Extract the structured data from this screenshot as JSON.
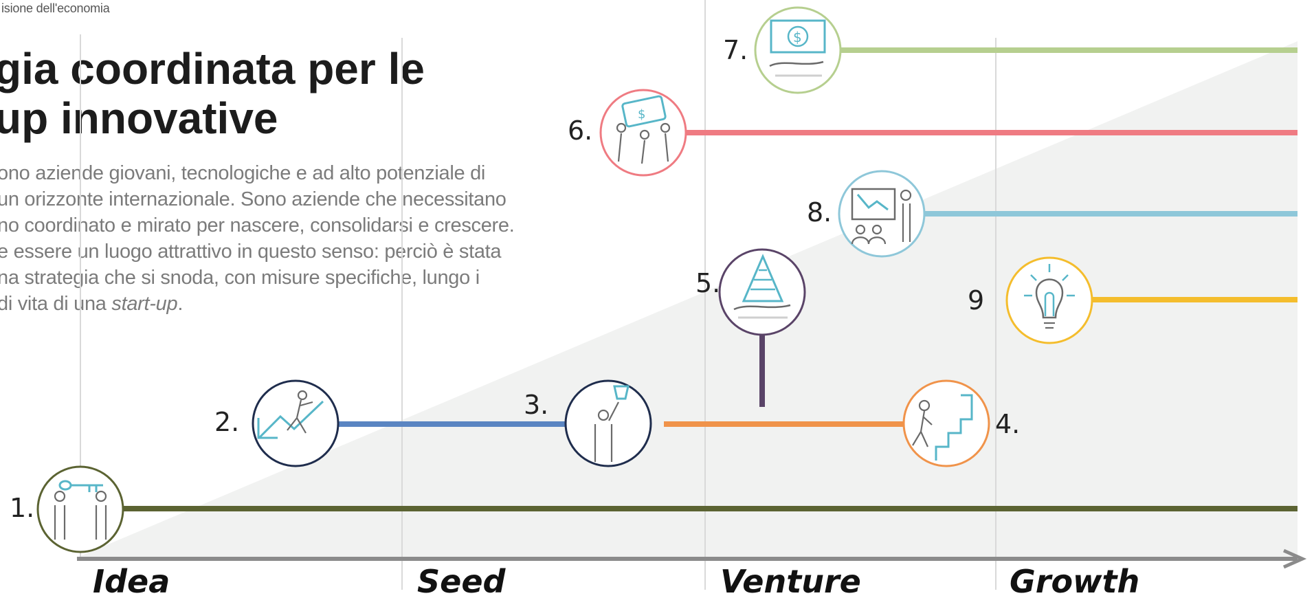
{
  "header": {
    "department": "isione dell'economia"
  },
  "title": {
    "line1": "gia coordinata per le",
    "line2": "up innovative"
  },
  "intro": {
    "lines": [
      "ono aziende giovani, tecnologiche e ad alto potenziale di",
      " un orizzonte internazionale. Sono aziende che necessitano",
      "no coordinato e mirato per nascere, consolidarsi e crescere.",
      "e essere un luogo attrattivo in questo senso: perciò è stata",
      "na strategia che si snoda, con misure specifiche, lungo i"
    ],
    "last_line_prefix": " di vita di una ",
    "last_line_italic": "start-up",
    "last_line_suffix": "."
  },
  "phases": [
    "Idea",
    "Seed",
    "Venture",
    "Growth"
  ],
  "measures": [
    {
      "label": "1.",
      "color": "#5b6332",
      "icon": "handshake-key-icon"
    },
    {
      "label": "2.",
      "color": "#1f2d4d",
      "line_color": "#5a85c2",
      "icon": "runner-jump-icon"
    },
    {
      "label": "3.",
      "color": "#1f2d4d",
      "line_color": "#f0934a",
      "icon": "trophy-person-icon"
    },
    {
      "label": "4.",
      "color": "#f0934a",
      "icon": "climbing-stairs-icon"
    },
    {
      "label": "5.",
      "color": "#5a4468",
      "icon": "pyramid-hand-icon"
    },
    {
      "label": "6.",
      "color": "#ef7b82",
      "icon": "team-carrying-money-icon"
    },
    {
      "label": "7.",
      "color": "#b6cf8f",
      "icon": "money-hand-icon"
    },
    {
      "label": "8.",
      "color": "#8ec7d9",
      "icon": "presentation-icon"
    },
    {
      "label": "9",
      "color": "#f4bd2d",
      "icon": "lightbulb-icon"
    }
  ]
}
